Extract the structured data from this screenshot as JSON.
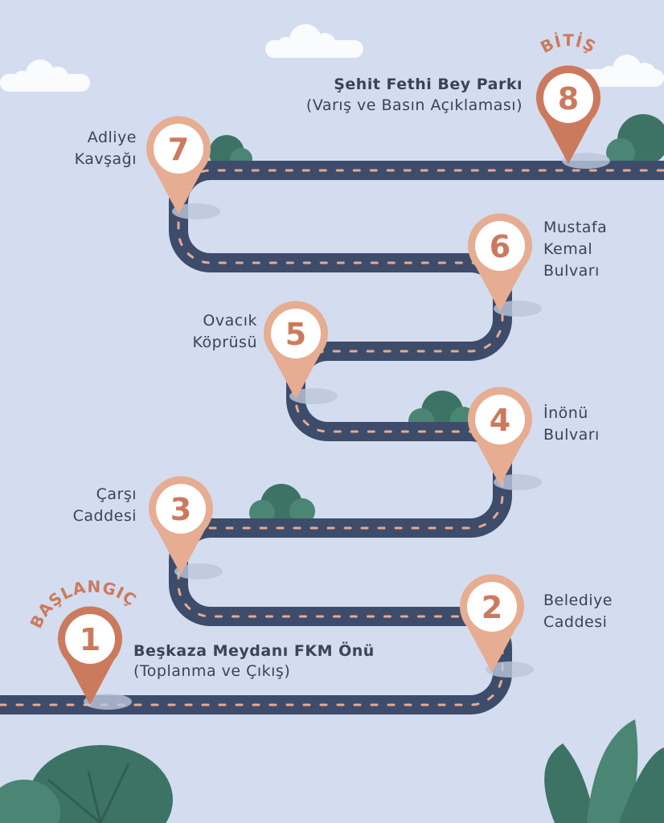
{
  "start_label": "BAŞLANGIÇ",
  "finish_label": "BİTİŞ",
  "stops": [
    {
      "number": "1",
      "name": "Beşkaza Meydanı FKM Önü",
      "note": "(Toplanma ve Çıkış)"
    },
    {
      "number": "2",
      "name": "Belediye\nCaddesi"
    },
    {
      "number": "3",
      "name": "Çarşı\nCaddesi"
    },
    {
      "number": "4",
      "name": "İnönü\nBulvarı"
    },
    {
      "number": "5",
      "name": "Ovacık\nKöprüsü"
    },
    {
      "number": "6",
      "name": "Mustafa\nKemal\nBulvarı"
    },
    {
      "number": "7",
      "name": "Adliye\nKavşağı"
    },
    {
      "number": "8",
      "name": "Şehit Fethi Bey Parkı",
      "note": "(Varış ve Basın Açıklaması)"
    }
  ],
  "colors": {
    "background": "#d3ddef",
    "road": "#3e4c6b",
    "pin_start_end": "#cc7a5e",
    "pin": "#e6ad92",
    "text": "#3b4358",
    "bush": "#3d7365"
  }
}
